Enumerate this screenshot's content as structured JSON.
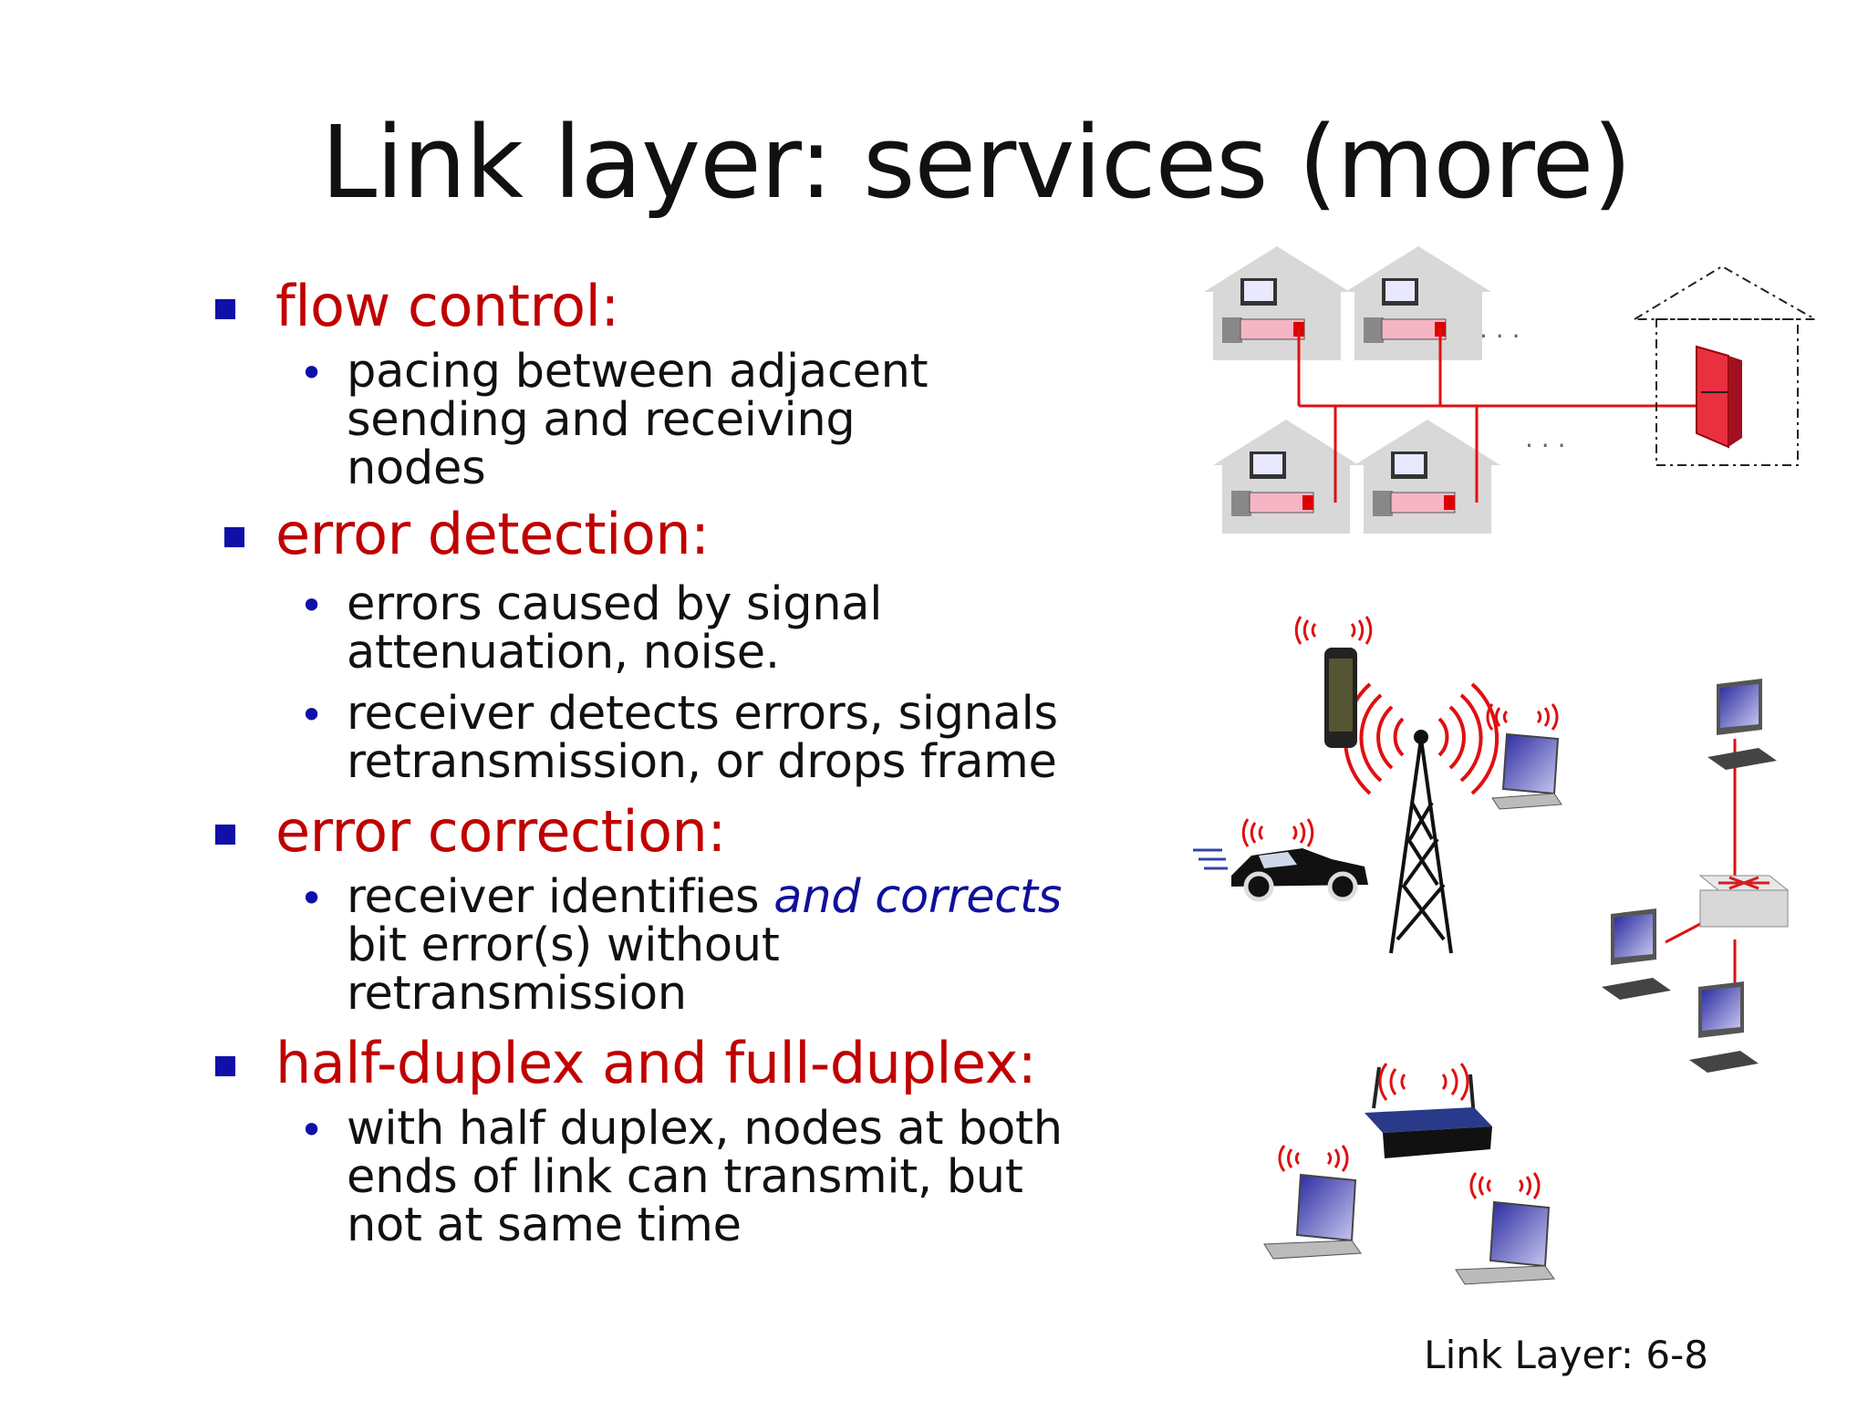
{
  "slide": {
    "title": "Link layer: services (more)",
    "footer": "Link Layer: 6-8"
  },
  "sections": [
    {
      "heading": "flow control:",
      "items": [
        {
          "text": "pacing between adjacent sending and receiving nodes"
        }
      ]
    },
    {
      "heading": "error detection:",
      "items": [
        {
          "text": "errors caused by signal attenuation, noise."
        },
        {
          "text": "receiver detects errors, signals retransmission, or drops frame"
        }
      ]
    },
    {
      "heading": "error correction:",
      "items": [
        {
          "pre": "receiver identifies ",
          "emph": "and corrects",
          "post": " bit error(s) without retransmission"
        }
      ]
    },
    {
      "heading": "half-duplex and full-duplex:",
      "items": [
        {
          "text": "with half duplex, nodes at both ends of link can transmit, but not at same time"
        }
      ]
    }
  ],
  "diagram": {
    "ellipsis_top": ". . .",
    "ellipsis_bottom": ". . ."
  },
  "colors": {
    "heading": "#c00000",
    "bullet": "#1010a8",
    "link": "#e01010"
  }
}
